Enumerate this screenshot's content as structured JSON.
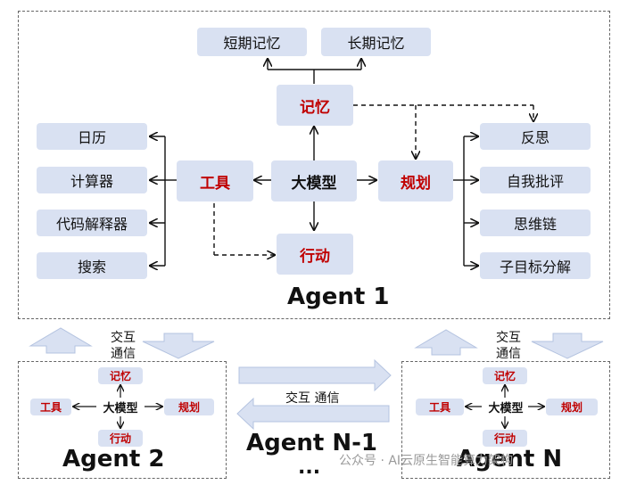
{
  "main": {
    "short_memory": "短期记忆",
    "long_memory": "长期记忆",
    "memory": "记忆",
    "tools": "工具",
    "llm": "大模型",
    "planning": "规划",
    "action": "行动",
    "tool_items": [
      "日历",
      "计算器",
      "代码解释器",
      "搜索"
    ],
    "plan_items": [
      "反思",
      "自我批评",
      "思维链",
      "子目标分解"
    ],
    "title": "Agent 1"
  },
  "interaction": {
    "left_label_1": "交互",
    "left_label_2": "通信",
    "right_label_1": "交互",
    "right_label_2": "通信",
    "middle_label": "交互 通信"
  },
  "agent2": {
    "memory": "记忆",
    "tools": "工具",
    "llm": "大模型",
    "planning": "规划",
    "action": "行动",
    "title": "Agent 2"
  },
  "agentN1": {
    "title": "Agent N-1",
    "ellipsis": "..."
  },
  "agentN": {
    "memory": "记忆",
    "tools": "工具",
    "llm": "大模型",
    "planning": "规划",
    "action": "行动",
    "title": "Agent N"
  },
  "watermark": "公众号 · AI云原生智能算力架构",
  "colors": {
    "box": "#d9e1f2",
    "accent_red": "#c00000",
    "arrow_fill": "#d9e1f2"
  }
}
